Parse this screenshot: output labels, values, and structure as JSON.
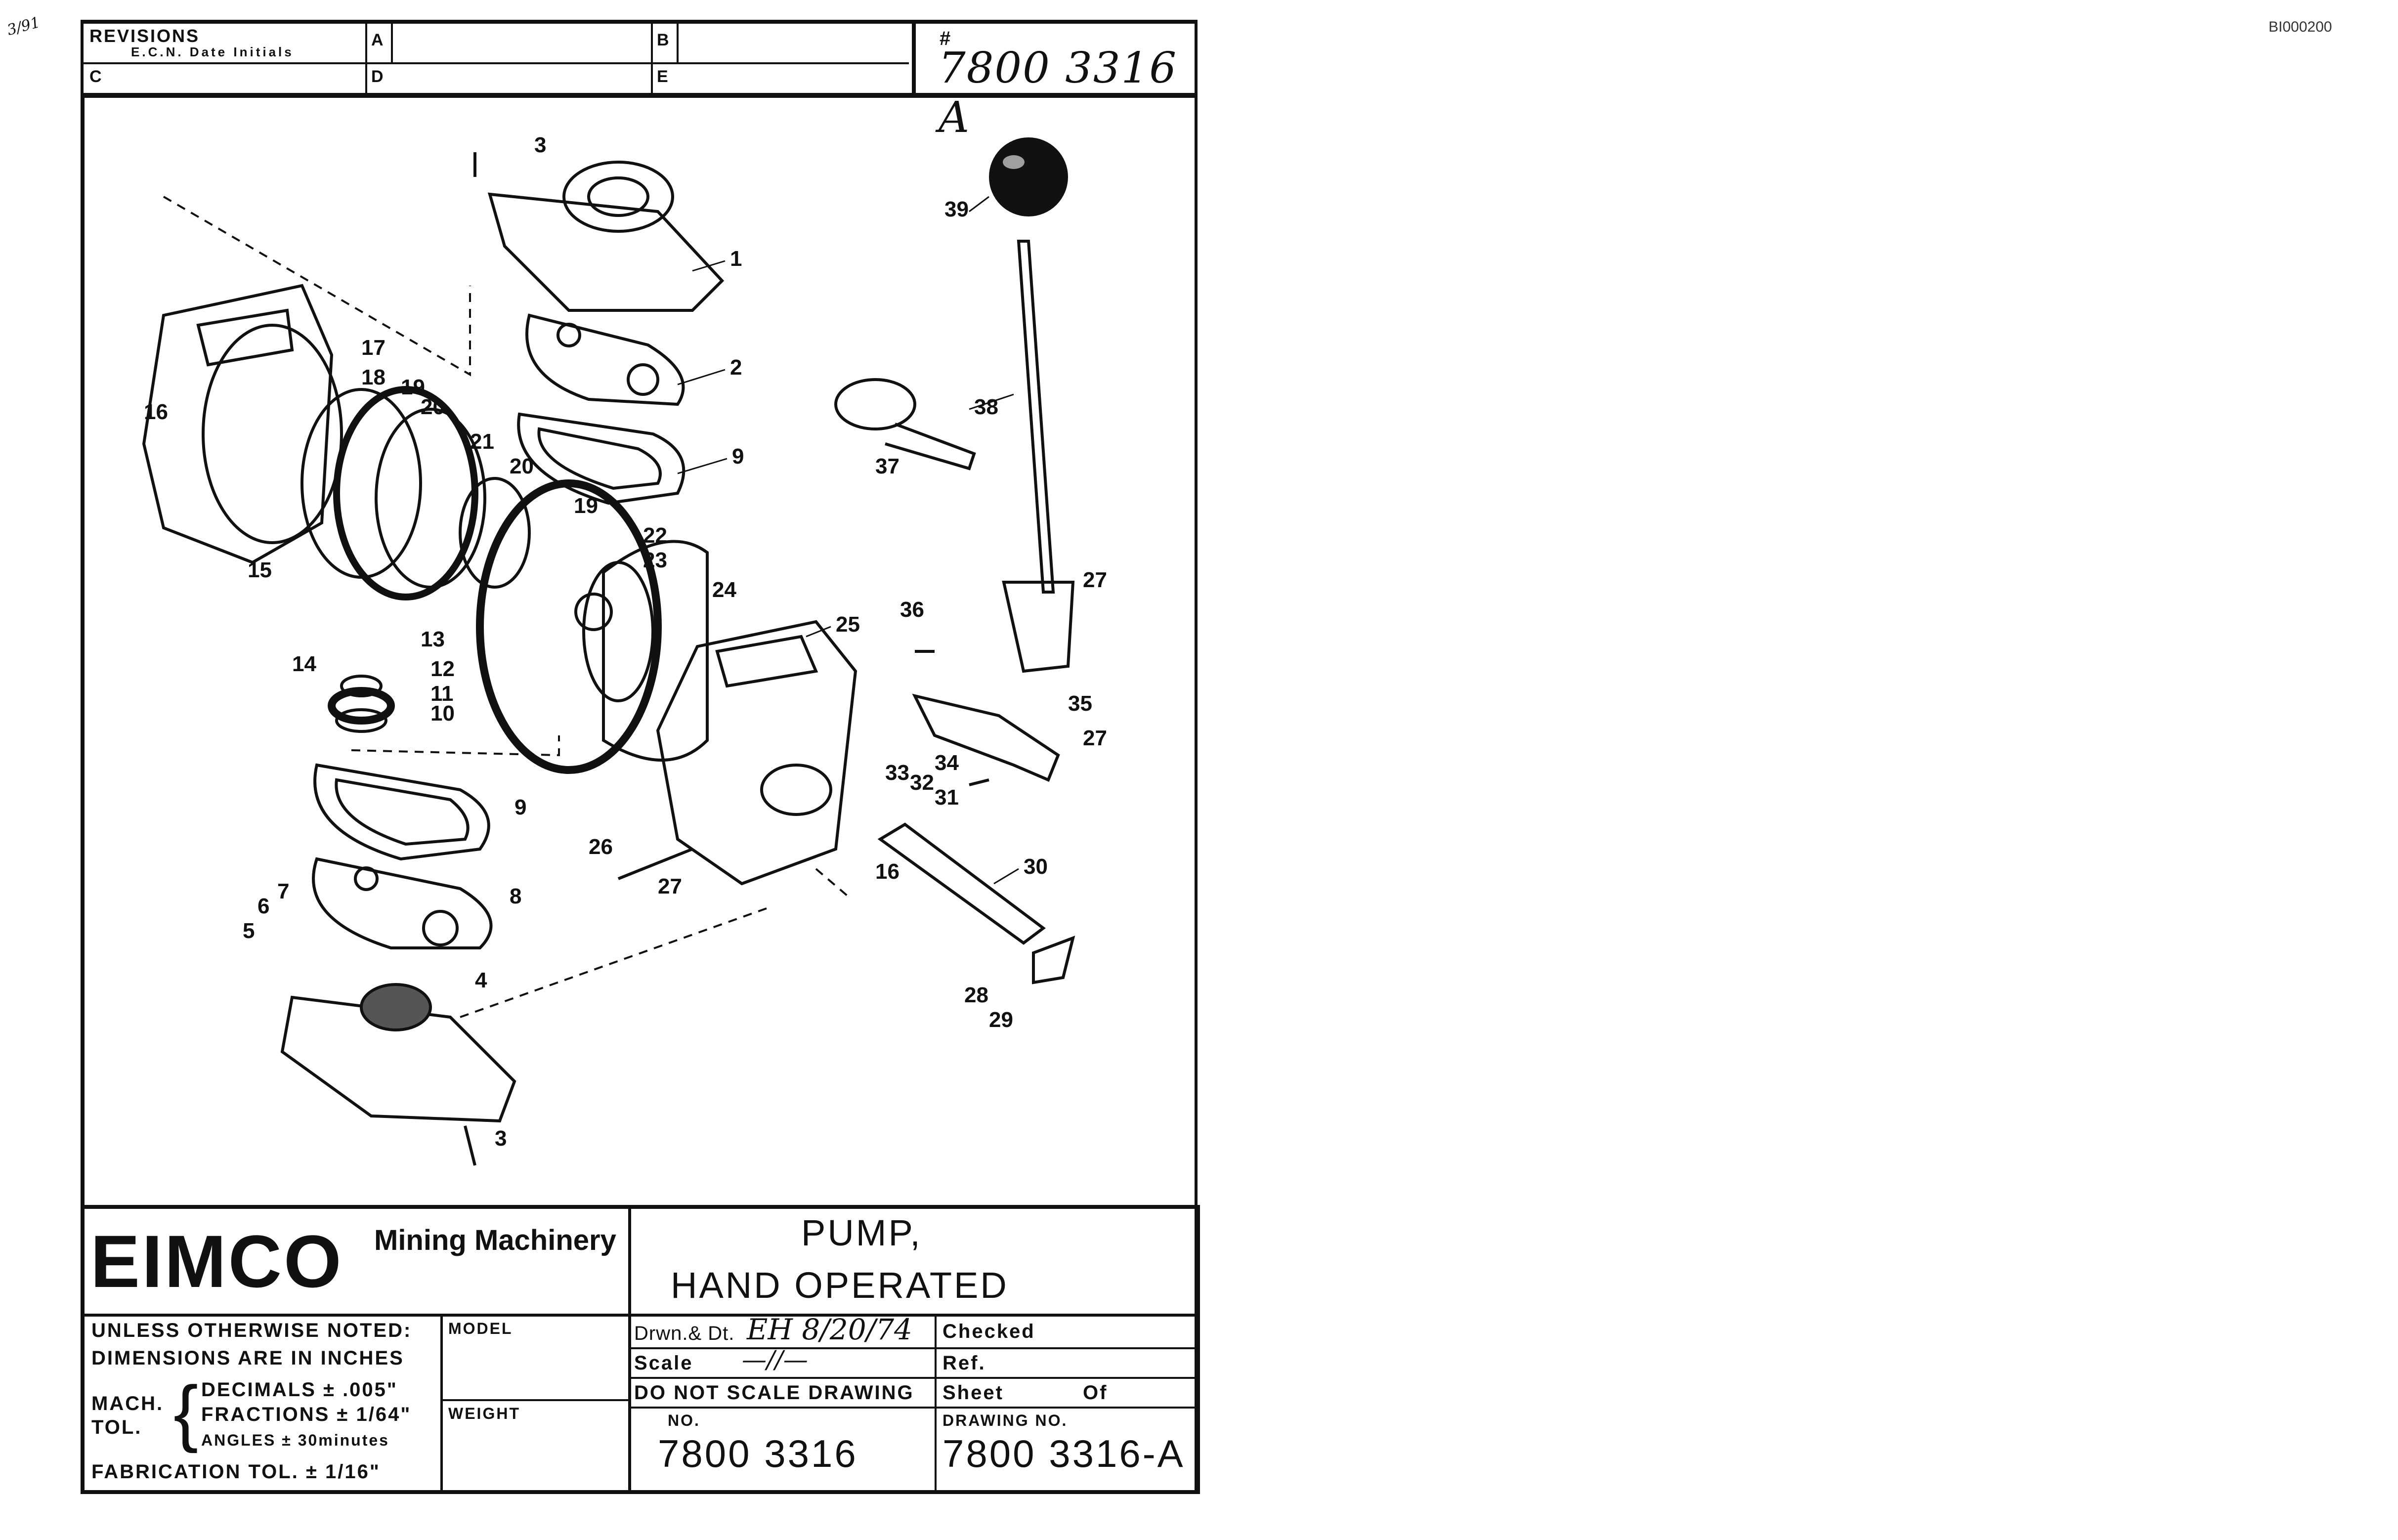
{
  "document_id": "BI000200",
  "margin_note": "3/91",
  "revisions": {
    "title": "REVISIONS",
    "subtitle": "E.C.N. Date Initials",
    "cells": [
      "A",
      "B",
      "C",
      "D",
      "E"
    ],
    "drawing_hash": "#",
    "drawing_handwritten": "7800 3316 A"
  },
  "callouts": [
    "1",
    "2",
    "3",
    "3",
    "4",
    "5",
    "6",
    "7",
    "8",
    "9",
    "9",
    "10",
    "11",
    "12",
    "13",
    "14",
    "15",
    "16",
    "16",
    "17",
    "18",
    "19",
    "19",
    "20",
    "20",
    "21",
    "22",
    "23",
    "24",
    "25",
    "26",
    "27",
    "27",
    "27",
    "28",
    "29",
    "30",
    "31",
    "32",
    "33",
    "34",
    "35",
    "36",
    "37",
    "38",
    "39"
  ],
  "title_block": {
    "company": "EIMCO",
    "division": "Mining Machinery",
    "title_line1": "PUMP,",
    "title_line2": "HAND OPERATED",
    "notes_line1": "UNLESS OTHERWISE NOTED:",
    "notes_line2": "DIMENSIONS ARE IN INCHES",
    "mach_tol": "MACH. TOL.",
    "decimals": "DECIMALS ± .005\"",
    "fractions": "FRACTIONS ± 1/64\"",
    "angles": "ANGLES ± 30minutes",
    "fabrication": "FABRICATION TOL. ± 1/16\"",
    "model_label": "MODEL",
    "weight_label": "WEIGHT",
    "drawn_label": "Drwn.& Dt.",
    "drawn_value": "EH 8/20/74",
    "scale_label": "Scale",
    "scale_value": "—//—",
    "do_not_scale": "DO NOT SCALE DRAWING",
    "checked_label": "Checked",
    "ref_label": "Ref.",
    "sheet_label": "Sheet",
    "of_label": "Of",
    "no_label": "NO.",
    "no_value": "7800 3316",
    "drawing_no_label": "DRAWING NO.",
    "drawing_no_value": "7800 3316-A"
  }
}
